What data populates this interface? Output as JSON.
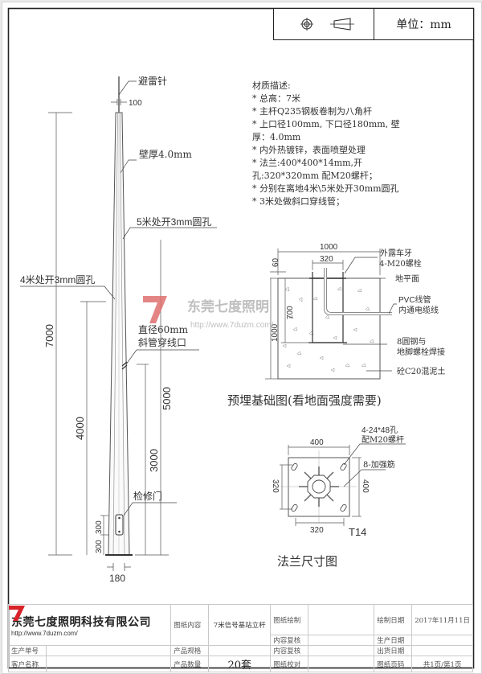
{
  "header": {
    "projection_symbol": "first-angle-projection-icon",
    "unit_label": "单位：mm"
  },
  "pole_drawing": {
    "lightning_rod_label": "避雷针",
    "top_diameter": "100",
    "wall_thickness_label": "壁厚4.0mm",
    "hole_5m_label": "5米处开3mm圆孔",
    "hole_4m_label": "4米处开3mm圆孔",
    "conduit_label_line1": "直径60mm",
    "conduit_label_line2": "斜管穿线口",
    "access_door_label": "检修门",
    "dim_total_height": "7000",
    "dim_4000": "4000",
    "dim_5000": "5000",
    "dim_3000": "3000",
    "dim_door_300_upper": "300",
    "dim_door_300_lower": "300",
    "bottom_diameter": "180"
  },
  "material_description": {
    "title": "材质描述:",
    "lines": [
      "* 总高：7米",
      "* 主杆Q235钢板卷制为八角杆",
      "* 上口径100mm, 下口径180mm, 壁",
      "厚：4.0mm",
      "* 内外热镀锌，表面喷塑处理",
      "* 法兰:400*400*14mm,开",
      "孔:320*320mm 配M20螺杆；",
      "* 分别在离地4米\\5米处开30mm圆孔",
      "* 3米处做斜口穿线管；"
    ]
  },
  "foundation_drawing": {
    "dim_width": "1000",
    "dim_bolt_spacing": "320",
    "dim_exposed": "60",
    "dim_depth": "1000",
    "dim_cage": "700",
    "label_bolt_line1": "外露车牙",
    "label_bolt_line2": "4-M20螺栓",
    "label_ground": "地平面",
    "label_pvc_line1": "PVC线管",
    "label_pvc_line2": "内通电缆线",
    "label_rebar_line1": "8圆钢与",
    "label_rebar_line2": "地脚螺栓焊接",
    "label_concrete": "砼C20混泥土",
    "caption": "预埋基础图(看地面强度需要)"
  },
  "flange_drawing": {
    "dim_top": "400",
    "dim_bottom": "320",
    "dim_left": "320",
    "dim_right": "400",
    "label_holes_line1": "4-24*48孔",
    "label_holes_line2": "配M20螺杆",
    "label_ribs": "8-加强筋",
    "thickness": "T14",
    "caption": "法兰尺寸图"
  },
  "watermark": {
    "logo": "7DU",
    "name": "东莞七度照明",
    "url": "http://www.7duzm.com/"
  },
  "title_block": {
    "company_name": "东莞七度照明科技有限公司",
    "company_url": "http://www.7duzm.com/",
    "logo_text": "7DU",
    "drawing_content_label": "图纸内容",
    "drawing_content_value": "7米信号基站立杆",
    "drawn_by_label": "图纸绘制",
    "drawn_by_value": "",
    "draw_date_label": "绘制日期",
    "draw_date_value": "2017年11月11日",
    "review1_label": "内容复核",
    "review1_value": "",
    "production_date_label": "生产日期",
    "production_date_value": "",
    "production_no_label": "生产单号",
    "production_no_value": "",
    "spec_label": "产品规格",
    "spec_value": "",
    "review2_label": "内容复核",
    "review2_value": "",
    "ship_date_label": "出货日期",
    "ship_date_value": "",
    "customer_label": "客户名称",
    "customer_value": "",
    "quantity_label": "产品数量",
    "quantity_value": "20套",
    "check_label": "图纸校对",
    "check_value": "",
    "page_label": "图纸页码",
    "page_value": "共1页/第1页"
  },
  "colors": {
    "line": "#222222",
    "thin_line": "#555555",
    "watermark_red": "#e07070",
    "watermark_gray": "#b0b0b0",
    "logo_red": "#d8232a"
  }
}
